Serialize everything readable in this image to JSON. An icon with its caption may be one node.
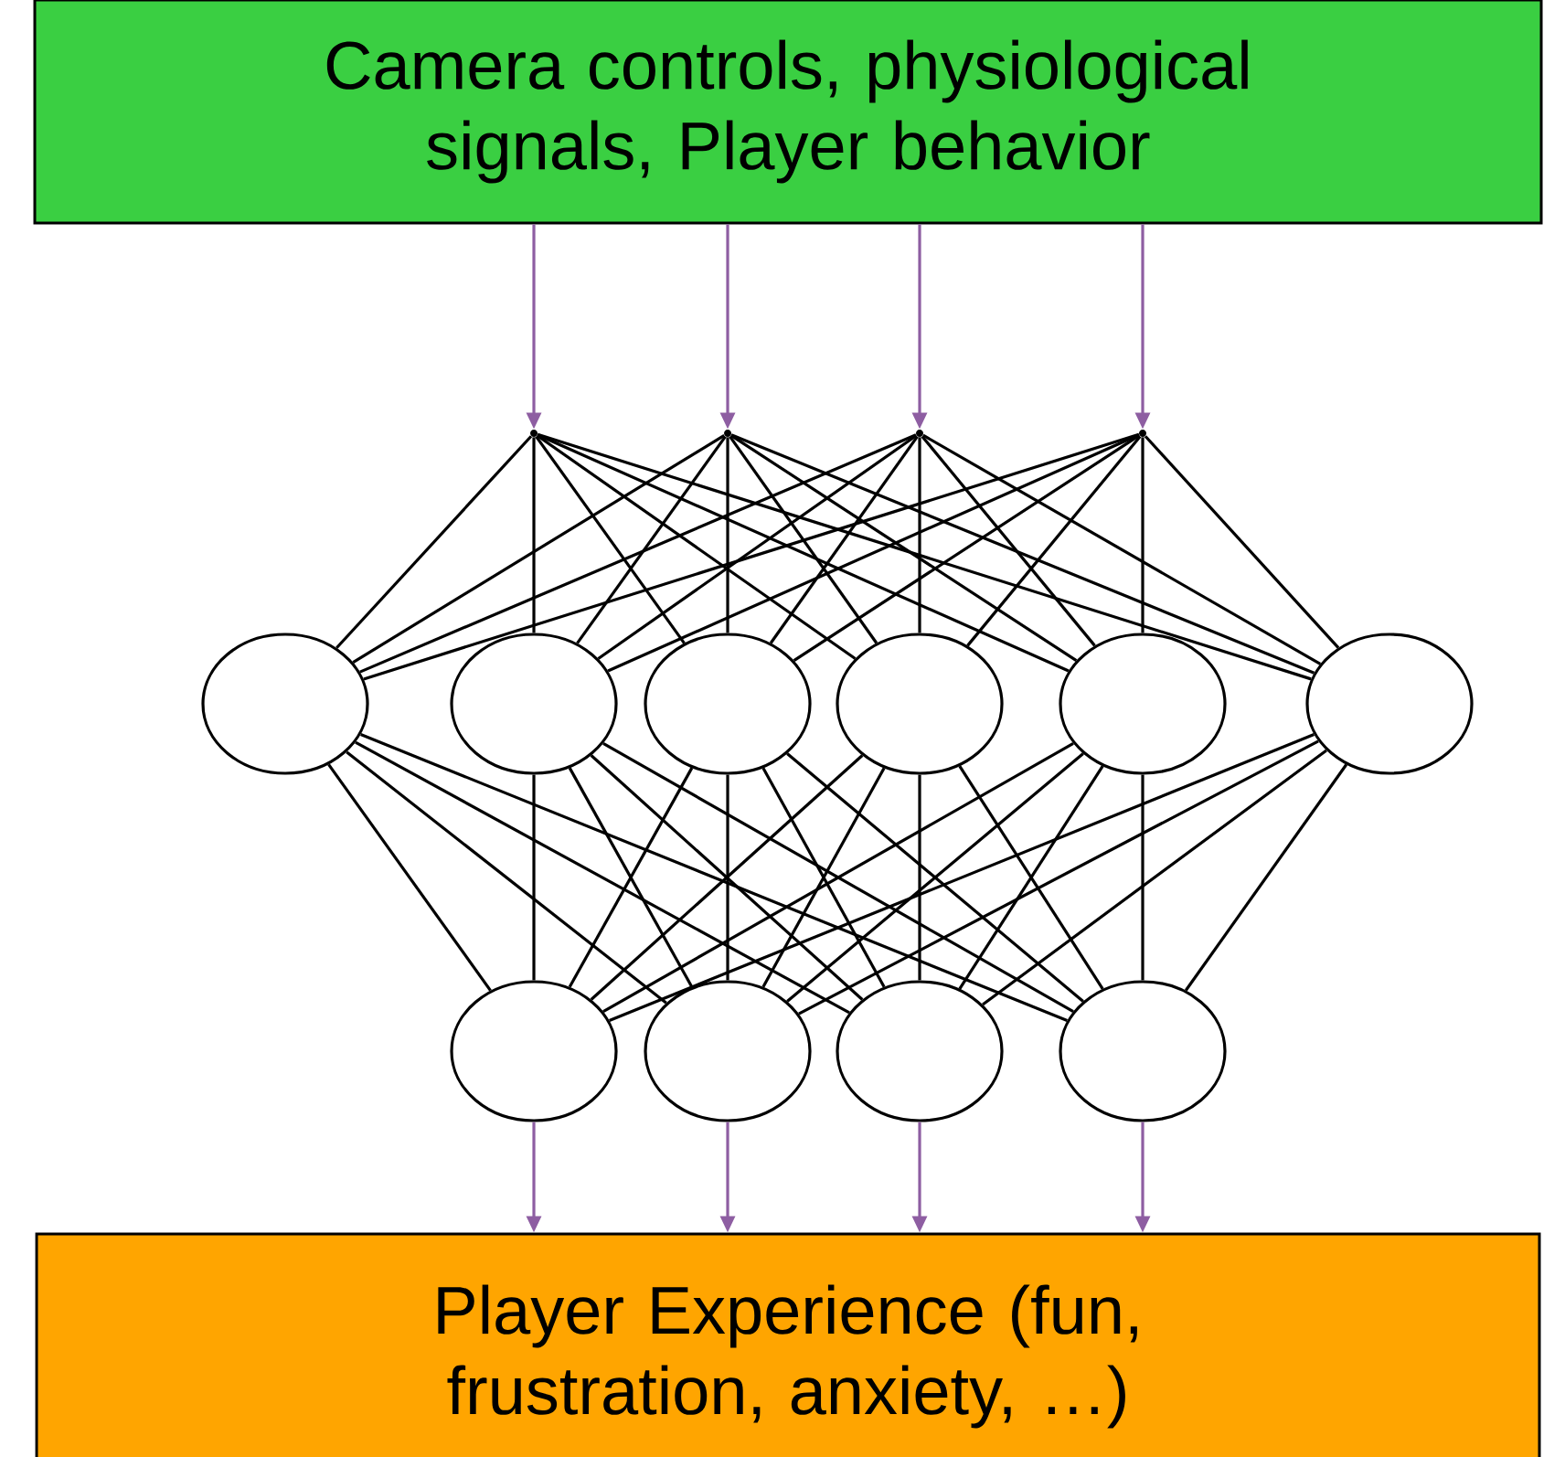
{
  "diagram": {
    "nodes": [
      {
        "text": [
          "Camera controls, physiological signals, Player behavior"
        ]
      },
      {
        "text": [],
        "shape": "point"
      },
      {
        "text": [],
        "shape": "point"
      },
      {
        "text": [],
        "shape": "point"
      },
      {
        "text": [],
        "shape": "point"
      },
      {
        "text": [],
        "shape": "ellipse"
      },
      {
        "text": [],
        "shape": "ellipse"
      },
      {
        "text": [],
        "shape": "ellipse"
      },
      {
        "text": [],
        "shape": "ellipse"
      },
      {
        "text": [],
        "shape": "ellipse"
      },
      {
        "text": [],
        "shape": "ellipse"
      },
      {
        "text": [],
        "shape": "ellipse"
      },
      {
        "text": [],
        "shape": "ellipse"
      },
      {
        "text": [],
        "shape": "ellipse"
      },
      {
        "text": [],
        "shape": "ellipse"
      },
      {
        "text": [
          "Player Experience (fun, frustration, anxiety, …)"
        ]
      }
    ],
    "edges": [
      {
        "from": 0,
        "to": 1,
        "arrow": "to",
        "color": "#8e5ea2"
      },
      {
        "from": 0,
        "to": 2,
        "arrow": "to",
        "color": "#8e5ea2"
      },
      {
        "from": 0,
        "to": 3,
        "arrow": "to",
        "color": "#8e5ea2"
      },
      {
        "from": 0,
        "to": 4,
        "arrow": "to",
        "color": "#8e5ea2"
      },
      {
        "from": 1,
        "to": 5,
        "arrow": "none"
      },
      {
        "from": 1,
        "to": 6,
        "arrow": "none"
      },
      {
        "from": 1,
        "to": 7,
        "arrow": "none"
      },
      {
        "from": 1,
        "to": 8,
        "arrow": "none"
      },
      {
        "from": 1,
        "to": 9,
        "arrow": "none"
      },
      {
        "from": 1,
        "to": 10,
        "arrow": "none"
      },
      {
        "from": 2,
        "to": 5,
        "arrow": "none"
      },
      {
        "from": 2,
        "to": 6,
        "arrow": "none"
      },
      {
        "from": 2,
        "to": 7,
        "arrow": "none"
      },
      {
        "from": 2,
        "to": 8,
        "arrow": "none"
      },
      {
        "from": 2,
        "to": 9,
        "arrow": "none"
      },
      {
        "from": 2,
        "to": 10,
        "arrow": "none"
      },
      {
        "from": 3,
        "to": 5,
        "arrow": "none"
      },
      {
        "from": 3,
        "to": 6,
        "arrow": "none"
      },
      {
        "from": 3,
        "to": 7,
        "arrow": "none"
      },
      {
        "from": 3,
        "to": 8,
        "arrow": "none"
      },
      {
        "from": 3,
        "to": 9,
        "arrow": "none"
      },
      {
        "from": 3,
        "to": 10,
        "arrow": "none"
      },
      {
        "from": 4,
        "to": 5,
        "arrow": "none"
      },
      {
        "from": 4,
        "to": 6,
        "arrow": "none"
      },
      {
        "from": 4,
        "to": 7,
        "arrow": "none"
      },
      {
        "from": 4,
        "to": 8,
        "arrow": "none"
      },
      {
        "from": 4,
        "to": 9,
        "arrow": "none"
      },
      {
        "from": 4,
        "to": 10,
        "arrow": "none"
      },
      {
        "from": 5,
        "to": 11,
        "arrow": "none"
      },
      {
        "from": 5,
        "to": 12,
        "arrow": "none"
      },
      {
        "from": 5,
        "to": 13,
        "arrow": "none"
      },
      {
        "from": 5,
        "to": 14,
        "arrow": "none"
      },
      {
        "from": 6,
        "to": 11,
        "arrow": "none"
      },
      {
        "from": 6,
        "to": 12,
        "arrow": "none"
      },
      {
        "from": 6,
        "to": 13,
        "arrow": "none"
      },
      {
        "from": 6,
        "to": 14,
        "arrow": "none"
      },
      {
        "from": 7,
        "to": 11,
        "arrow": "none"
      },
      {
        "from": 7,
        "to": 12,
        "arrow": "none"
      },
      {
        "from": 7,
        "to": 13,
        "arrow": "none"
      },
      {
        "from": 7,
        "to": 14,
        "arrow": "none"
      },
      {
        "from": 8,
        "to": 11,
        "arrow": "none"
      },
      {
        "from": 8,
        "to": 12,
        "arrow": "none"
      },
      {
        "from": 8,
        "to": 13,
        "arrow": "none"
      },
      {
        "from": 8,
        "to": 14,
        "arrow": "none"
      },
      {
        "from": 9,
        "to": 11,
        "arrow": "none"
      },
      {
        "from": 9,
        "to": 12,
        "arrow": "none"
      },
      {
        "from": 9,
        "to": 13,
        "arrow": "none"
      },
      {
        "from": 9,
        "to": 14,
        "arrow": "none"
      },
      {
        "from": 10,
        "to": 11,
        "arrow": "none"
      },
      {
        "from": 10,
        "to": 12,
        "arrow": "none"
      },
      {
        "from": 10,
        "to": 13,
        "arrow": "none"
      },
      {
        "from": 10,
        "to": 14,
        "arrow": "none"
      },
      {
        "from": 11,
        "to": 15,
        "arrow": "to",
        "color": "#8e5ea2"
      },
      {
        "from": 12,
        "to": 15,
        "arrow": "to",
        "color": "#8e5ea2"
      },
      {
        "from": 13,
        "to": 15,
        "arrow": "to",
        "color": "#8e5ea2"
      },
      {
        "from": 14,
        "to": 15,
        "arrow": "to",
        "color": "#8e5ea2"
      }
    ]
  }
}
